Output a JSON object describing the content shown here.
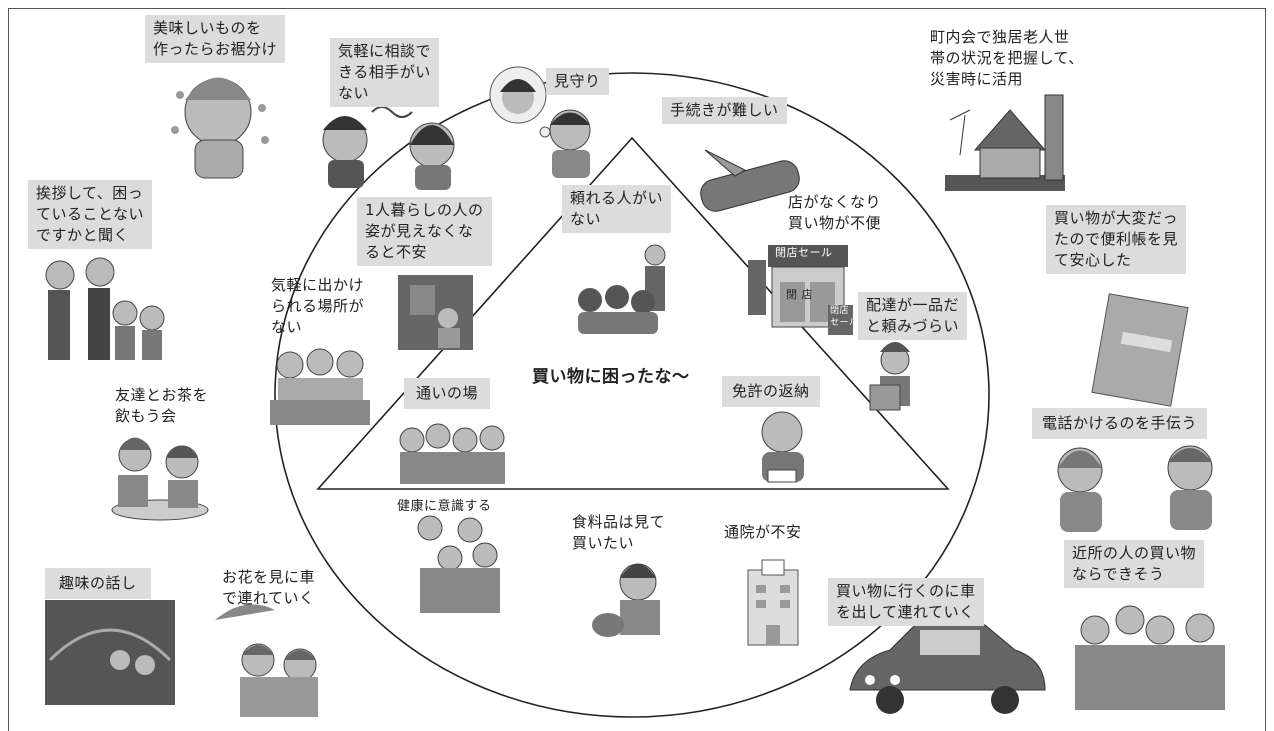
{
  "center": "買い物に困ったな～",
  "labels": {
    "bring_food": "美味しいものを\n作ったらお裾分け",
    "no_consult": "気軽に相談で\nきる相手がい\nない",
    "watch": "見守り",
    "procedures": "手続きが難しい",
    "neighborhood": "町内会で独居老人世\n帯の状況を把握して、\n災害時に活用",
    "greet": "挨拶して、困っ\nていることない\nですかと聞く",
    "living_alone": "1人暮らしの人の\n姿が見えなくな\nると不安",
    "no_one": "頼れる人がい\nない",
    "store_closed": "店がなくなり\n買い物が不便",
    "shopping_book": "買い物が大変だっ\nたので便利帳を見\nて安心した",
    "no_place": "気軽に出かけ\nられる場所が\nない",
    "delivery": "配達が一品だ\nと頼みづらい",
    "tea": "友達とお茶を\n飲もう会",
    "salon": "通いの場",
    "license": "免許の返納",
    "phone": "電話かけるのを手伝う",
    "health": "健康に意識する",
    "food_see": "食料品は見て\n買いたい",
    "hospital": "通院が不安",
    "near_shopping": "近所の人の買い物\nならできそう",
    "hobby": "趣味の話し",
    "flowers": "お花を見に車\nで連れていく",
    "car": "買い物に行くのに車\nを出して連れていく",
    "sale1": "閉店セール",
    "sale2": "閉 店",
    "sale3": "閉店\nセール"
  }
}
